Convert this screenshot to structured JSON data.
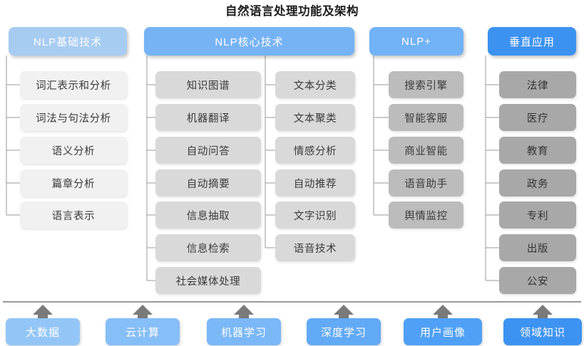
{
  "title": "自然语言处理功能及架构",
  "columns": [
    {
      "id": "nlp-foundation",
      "header": "NLP基础技术",
      "header_color": "#a7ccf2",
      "item_color": "#f1f1f1",
      "items": [
        "词汇表示和分析",
        "词法与句法分析",
        "语义分析",
        "篇章分析",
        "语言表示"
      ]
    },
    {
      "id": "nlp-core-a",
      "header": "NLP核心技术",
      "header_color": "#76b3f5",
      "item_color": "#d9d9d9",
      "items": [
        "知识图谱",
        "机器翻译",
        "自动问答",
        "自动摘要",
        "信息抽取",
        "信息检索",
        "社会媒体处理"
      ]
    },
    {
      "id": "nlp-core-b",
      "header": "",
      "header_color": "#76b3f5",
      "item_color": "#d9d9d9",
      "items": [
        "文本分类",
        "文本聚类",
        "情感分析",
        "自动推荐",
        "文字识别",
        "语音技术"
      ]
    },
    {
      "id": "nlp-plus",
      "header": "NLP+",
      "header_color": "#72b2f6",
      "item_color": "#bcbcbc",
      "items": [
        "搜索引擎",
        "智能客服",
        "商业智能",
        "语音助手",
        "舆情监控"
      ]
    },
    {
      "id": "vertical-applications",
      "header": "垂直应用",
      "header_color": "#3c92f0",
      "item_color": "#a8a8a8",
      "items": [
        "法律",
        "医疗",
        "教育",
        "政务",
        "专利",
        "出版",
        "公安"
      ]
    }
  ],
  "foundation": {
    "items": [
      "大数据",
      "云计算",
      "机器学习",
      "深度学习",
      "用户画像",
      "领域知识"
    ],
    "arrow_icon": "up-arrow-icon",
    "arrow_color": "#7a7a7a",
    "divider_color": "#9a9a9a"
  },
  "colors": {
    "connector": "#9a9a9a",
    "title": "#1c1c1c",
    "background": "#ffffff"
  },
  "watermark": ""
}
